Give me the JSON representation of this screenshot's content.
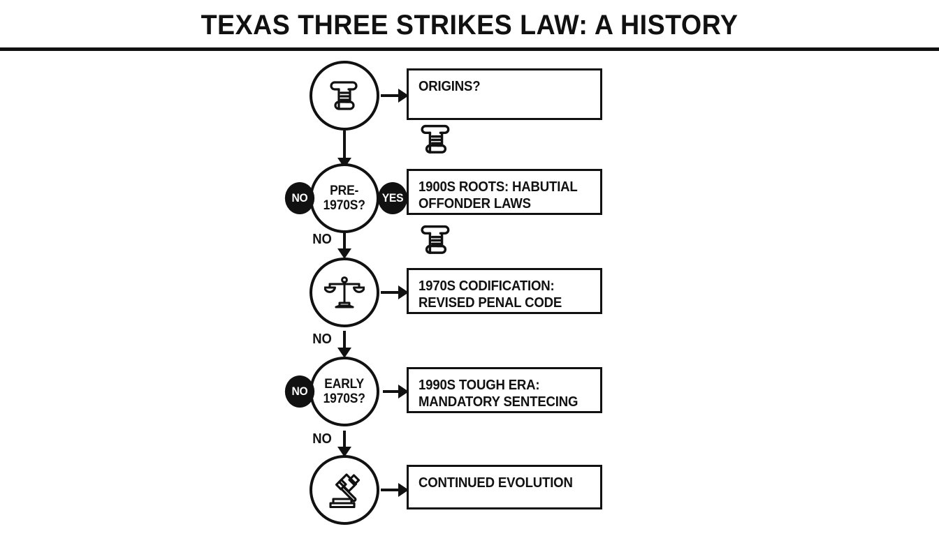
{
  "header": {
    "title": "TEXAS THREE STRIKES LAW: A HISTORY"
  },
  "flow": {
    "nodes": [
      {
        "id": "origins",
        "kind": "icon-node",
        "icon": "scroll-icon",
        "label_box": "ORIGINS?"
      },
      {
        "id": "pre-1970s",
        "kind": "decision",
        "question": "PRE-\n1970S?",
        "badge_left": "NO",
        "badge_right": "YES",
        "label_box": "1900S ROOTS: HABUTIAL\nOFFONDER LAWS"
      },
      {
        "id": "codification",
        "kind": "icon-node",
        "icon": "scales-icon",
        "label_box": "1970S CODIFICATION:\nREVISED PENAL CODE"
      },
      {
        "id": "early-1970s",
        "kind": "decision",
        "question": "EARLY\n1970S?",
        "badge_left": "NO",
        "label_box": "1990S TOUGH ERA:\nMANDATORY SENTECING"
      },
      {
        "id": "continued",
        "kind": "icon-node",
        "icon": "gavel-icon",
        "label_box": "CONTINUED EVOLUTION"
      }
    ],
    "edges": [
      {
        "from": "origins",
        "to": "pre-1970s",
        "label": ""
      },
      {
        "from": "pre-1970s",
        "to": "codification",
        "label": "NO"
      },
      {
        "from": "codification",
        "to": "early-1970s",
        "label": "NO"
      },
      {
        "from": "early-1970s",
        "to": "continued",
        "label": "NO"
      }
    ],
    "decorations": [
      {
        "id": "mini-scroll-1",
        "icon": "scroll-icon"
      },
      {
        "id": "mini-scroll-2",
        "icon": "scroll-icon"
      }
    ]
  },
  "colors": {
    "ink": "#111111",
    "background": "#ffffff",
    "badge_fill": "#111111",
    "badge_text": "#ffffff"
  }
}
